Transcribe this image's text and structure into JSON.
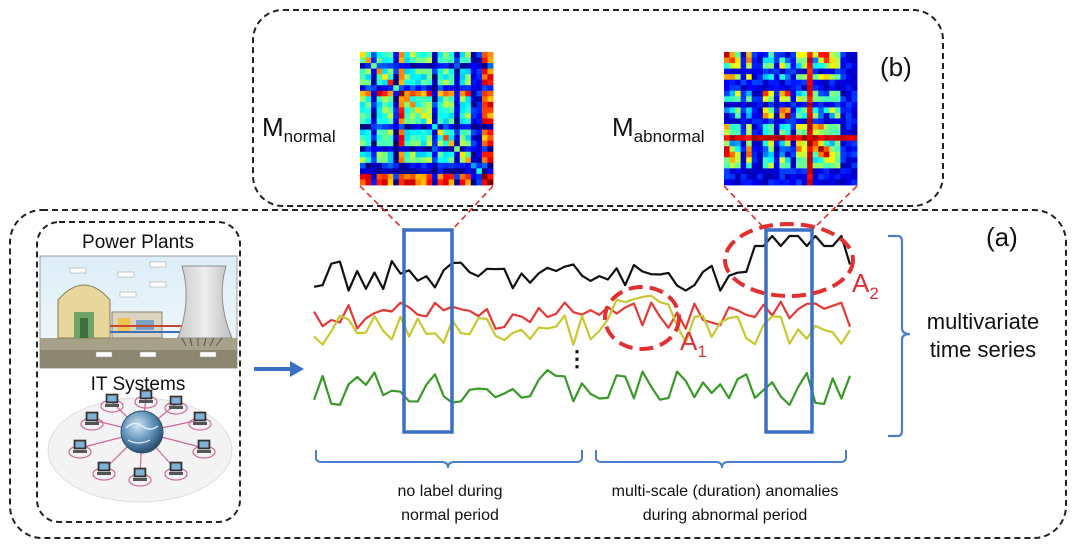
{
  "panel_b": {
    "tag": "(b)",
    "matrices": [
      {
        "label_main": "M",
        "label_sub": "normal"
      },
      {
        "label_main": "M",
        "label_sub": "abnormal"
      }
    ]
  },
  "panel_a": {
    "tag": "(a)",
    "sources": {
      "power_plants": "Power Plants",
      "it_systems": "IT Systems"
    },
    "right_label_line1": "multivariate",
    "right_label_line2": "time series",
    "bottom_left_line1": "no label during",
    "bottom_left_line2": "normal period",
    "bottom_right_line1": "multi-scale (duration) anomalies",
    "bottom_right_line2": "during abnormal period",
    "anomalies": [
      {
        "main": "A",
        "sub": "1"
      },
      {
        "main": "A",
        "sub": "2"
      }
    ],
    "ellipsis": "⋮"
  },
  "colors": {
    "series_black": "#111111",
    "series_red": "#e53935",
    "series_yellow": "#c8c832",
    "series_green": "#3a9a28",
    "window_blue": "#3a6fc4",
    "brace_blue": "#4a7fd0",
    "anomaly_red": "#e03030"
  },
  "icons": [
    "power-plant-illustration",
    "network-globe-illustration",
    "arrow-right-icon"
  ]
}
